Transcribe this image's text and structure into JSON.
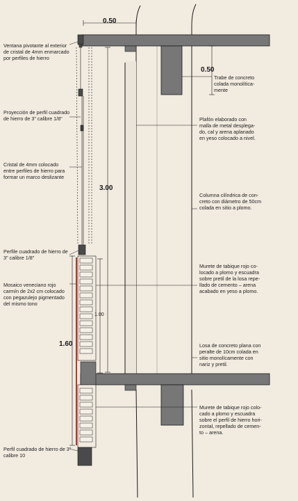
{
  "dimensions": {
    "top_width": "0.50",
    "beam_depth": "0.50",
    "floor_height": "3.00",
    "inner_height": "1.00",
    "parapet_height": "1.60"
  },
  "notes_left": [
    {
      "text": "Ventana pivotante al exterior\nde cristal de 4mm enmarcado\npor perfiles de hierro"
    },
    {
      "text": "Proyección de perfil cuadrado\nde hierro de 3\" calibre 1/8\""
    },
    {
      "text": "Cristal de 4mm colocado\nentre perfiles de hierro para\nformar un marco deslizante"
    },
    {
      "text": "Perfile cuadrado de hierro de\n3\" calibre 1/8\""
    },
    {
      "text": "Mosaico veneciano rojo\ncarmín de 2x2 cm colocado\ncon pegazulejo pigmentado\ndel mismo tono"
    },
    {
      "text": "Perfil cuadrado de hierro de 3\"\ncalibre 10"
    }
  ],
  "notes_right": [
    {
      "text": "Trabe de concreto\ncolada monolítica-\nmente"
    },
    {
      "text": "Plafón elaborado con\nmalla de metal desplega-\ndo, cal y arena aplanado\nen yeso colocado a nivel."
    },
    {
      "text": "Columna cilíndrica de con-\ncreto con diámetro de 50cm\ncolada en sitio a plomo."
    },
    {
      "text": "Murete de tabique rojo co-\nlocado a plomo y escuadra\nsobre pretil de la losa repe-\nllado de cemento – arena\nacabado en yeso a plomo."
    },
    {
      "text": "Losa de concreto plana con\nperalte de 10cm colada en\nsitio monolícamente con\nnariz y pretil."
    },
    {
      "text": "Murete de tabique rojo colo-\ncado a plomo y escuadra\nsobre el perfil de hierro hori-\nzontal, repellado de cemen-\nto – arena."
    }
  ],
  "colors": {
    "paper": "#f1ebe0",
    "concrete": "#777777",
    "mosaic": "#b5382c",
    "ink": "#1a1a1a"
  }
}
